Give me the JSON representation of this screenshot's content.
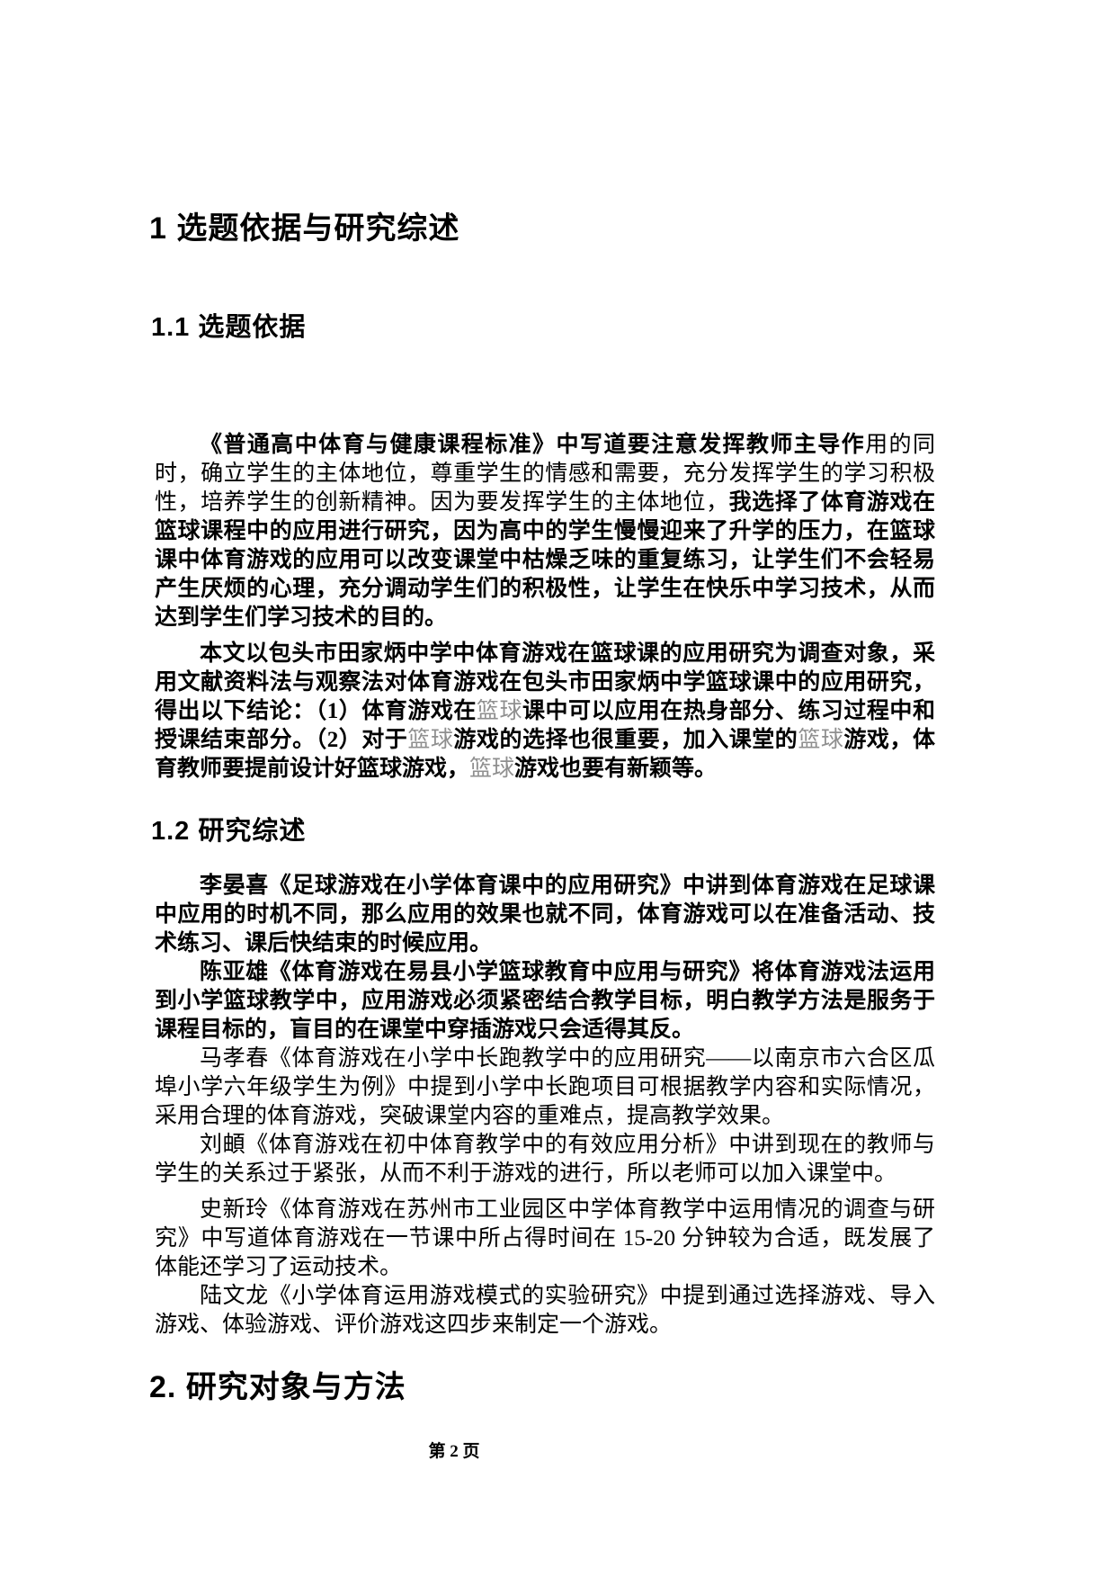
{
  "document": {
    "colors": {
      "background": "#ffffff",
      "text": "#000000",
      "muted_text": "#8f8f8f"
    },
    "headings": {
      "section1": "1 选题依据与研究综述",
      "section1_1": "1.1 选题依据",
      "section1_2": "1.2 研究综述",
      "section2": "2. 研究对象与方法"
    },
    "footer": {
      "page_number_label": "第 2 页"
    },
    "paragraphs": [
      {
        "id": "p1",
        "runs": [
          {
            "style": "bold",
            "text": "《普通高中体育与健康课程标准》中写道要注意发挥教师主导作"
          },
          {
            "style": "regular",
            "text": "用的同时，确立学生的主体地位，尊重学生的情感和需要，充分发挥学生的学习积极性，培养学生的创新精神。因为要发挥学生的主体地位，"
          },
          {
            "style": "bold",
            "text": "我选择了体育游戏在篮球课程中的应用进行研究，因为高中的学生慢慢迎来了升学的压力，在篮球课中体育游戏的应用可以改变课堂中枯燥乏味的重复练习，让学生们不会轻易产生厌烦的心理，充分调动学生们的积极性，让学生在快乐中学习技术，从而达到学生们学习技术的目的。"
          }
        ]
      },
      {
        "id": "p2",
        "runs": [
          {
            "style": "bold",
            "text": "本文以包头市田家炳中学中体育游戏在篮球课的应用研究为调查对象，采用文献资料法与观察法对体育游戏在包头市田家炳中学篮球课中的应用研究，得出以下结论：（1）体育游戏在"
          },
          {
            "style": "gray",
            "text": "篮球"
          },
          {
            "style": "bold",
            "text": "课中可以应用在热身部分、练习过程中和授课结束部分。（2）对于"
          },
          {
            "style": "gray",
            "text": "篮球"
          },
          {
            "style": "bold",
            "text": "游戏的选择也很重要，加入课堂的"
          },
          {
            "style": "gray",
            "text": "篮球"
          },
          {
            "style": "bold",
            "text": "游戏，体育教师要提前设计好篮球游戏，"
          },
          {
            "style": "gray",
            "text": "篮球"
          },
          {
            "style": "bold",
            "text": "游戏也要有新颖等。"
          }
        ]
      },
      {
        "id": "p3",
        "runs": [
          {
            "style": "bold",
            "text": "李晏喜《足球游戏在小学体育课中的应用研究》中讲到体育游戏在足球课中应用的时机不同，那么应用的效果也就不同，体育游戏可以在准备活动、技术练习、课后快结束的时候应用。"
          }
        ]
      },
      {
        "id": "p4",
        "runs": [
          {
            "style": "bold",
            "text": "陈亚雄《体育游戏在易县小学篮球教育中应用与研究》将体育游戏法运用到小学篮球教学中，应用游戏必须紧密结合教学目标，明白教学方法是服务于课程目标的，盲目的在课堂中穿插游戏只会适得其反。"
          }
        ]
      },
      {
        "id": "p5",
        "runs": [
          {
            "style": "regular",
            "text": "马孝春《体育游戏在小学中长跑教学中的应用研究——以南京市六合区瓜埠小学六年级学生为例》中提到小学中长跑项目可根据教学内容和实际情况，采用合理的体育游戏，突破课堂内容的重难点，提高教学效果。"
          }
        ]
      },
      {
        "id": "p6",
        "runs": [
          {
            "style": "regular",
            "text": "刘頔《体育游戏在初中体育教学中的有效应用分析》中讲到现在的教师与学生的关系过于紧张，从而不利于游戏的进行，所以老师可以加入课堂中。"
          }
        ]
      },
      {
        "id": "p7",
        "runs": [
          {
            "style": "regular",
            "text": "史新玲《体育游戏在苏州市工业园区中学体育教学中运用情况的调查与研究》中写道体育游戏在一节课中所占得时间在 15-20 分钟较为合适，既发展了体能还学习了运动技术。"
          }
        ]
      },
      {
        "id": "p8",
        "runs": [
          {
            "style": "regular",
            "text": "陆文龙《小学体育运用游戏模式的实验研究》中提到通过选择游戏、导入游戏、体验游戏、评价游戏这四步来制定一个游戏。"
          }
        ]
      }
    ]
  }
}
